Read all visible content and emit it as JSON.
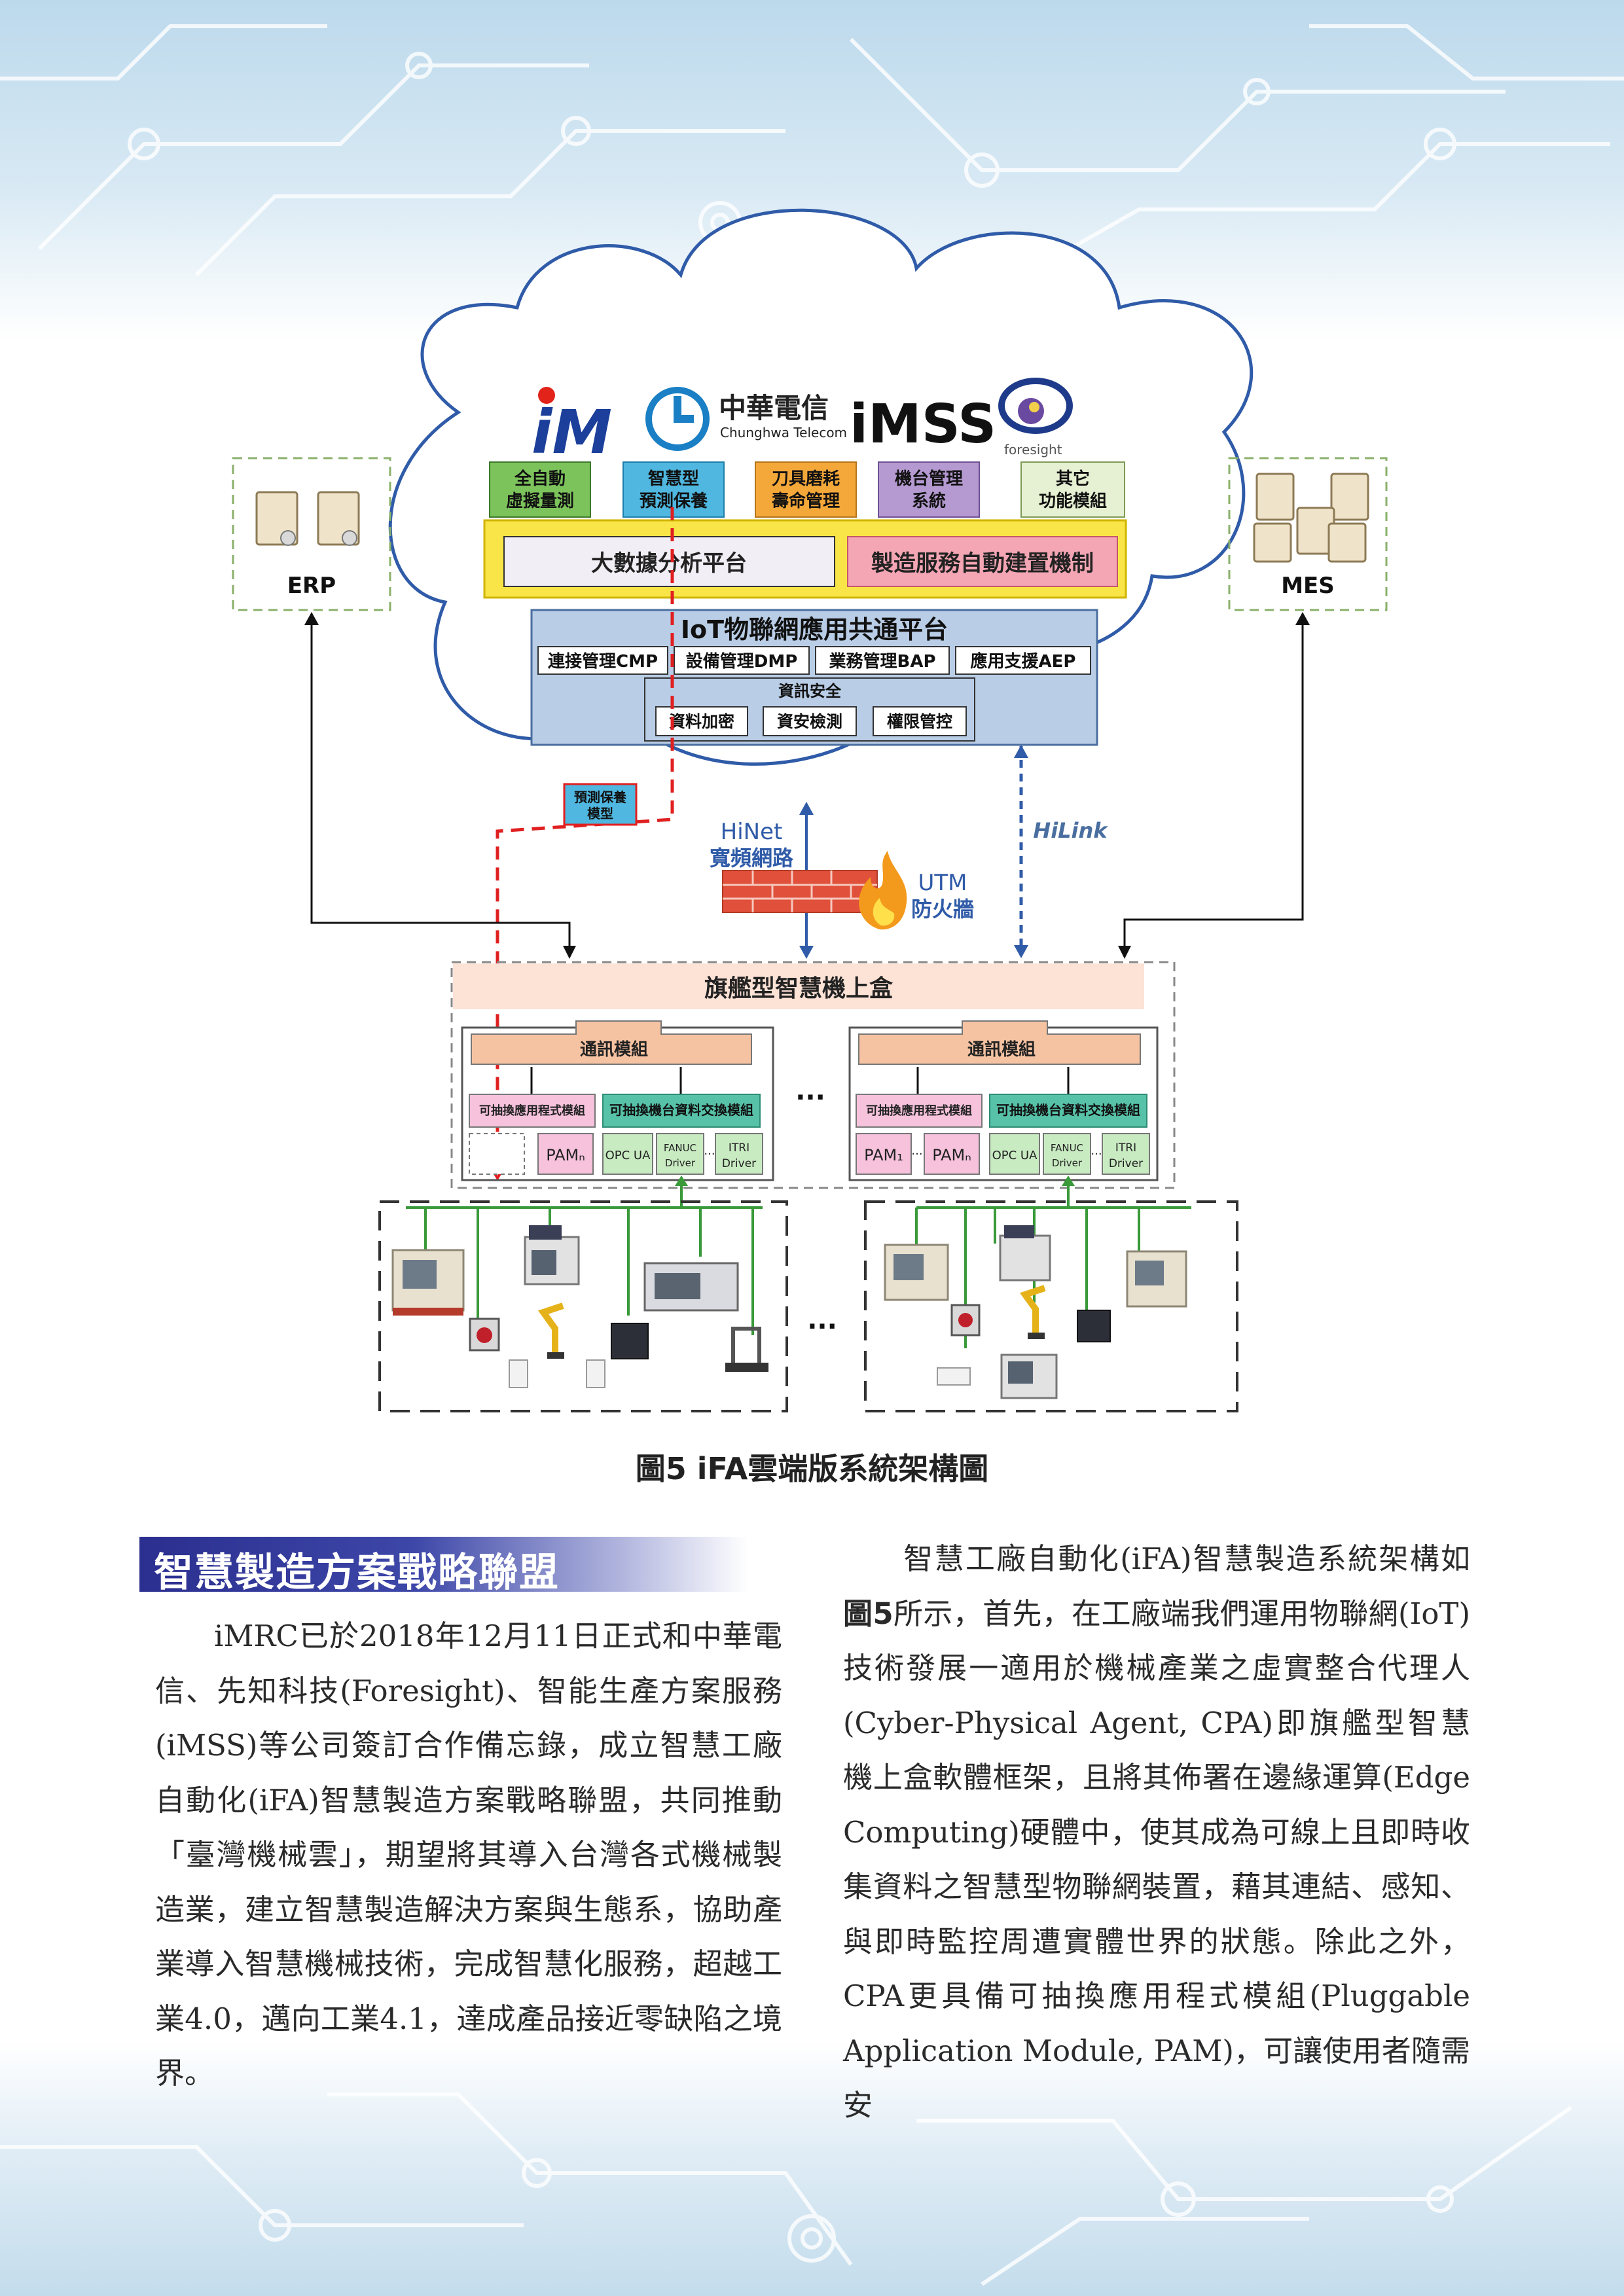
{
  "diagram": {
    "logos": {
      "imrc": "iM",
      "cht_cn": "中華電信",
      "cht_en": "Chunghwa Telecom",
      "imss": "iMSS",
      "foresight": "foresight"
    },
    "modules": [
      {
        "line1": "全自動",
        "line2": "虛擬量測",
        "color": "#7cc35b"
      },
      {
        "line1": "智慧型",
        "line2": "預測保養",
        "color": "#4fb7e0"
      },
      {
        "line1": "刀具磨耗",
        "line2": "壽命管理",
        "color": "#f5a83a"
      },
      {
        "line1": "機台管理",
        "line2": "系統",
        "color": "#b59ad1"
      },
      {
        "line1": "其它",
        "line2": "功能模組",
        "color": "#e6f0d2"
      }
    ],
    "bigdata_label": "大數據分析平台",
    "mfg_service_label": "製造服務自動建置機制",
    "iot_title": "IoT物聯網應用共通平台",
    "iot_items": [
      "連接管理CMP",
      "設備管理DMP",
      "業務管理BAP",
      "應用支援AEP"
    ],
    "security_title": "資訊安全",
    "security_items": [
      "資料加密",
      "資安檢測",
      "權限管控"
    ],
    "erp_label": "ERP",
    "mes_label": "MES",
    "predict_model": {
      "line1": "預測保養",
      "line2": "模型"
    },
    "hinet": {
      "line1": "HiNet",
      "line2": "寬頻網路"
    },
    "utm": {
      "line1": "UTM",
      "line2": "防火牆"
    },
    "hilink": "HiLink",
    "box_title": "旗艦型智慧機上盒",
    "comm_module": "通訊模組",
    "pam_module": "可抽換應用程式模組",
    "data_module": "可抽換機台資料交換模組",
    "pam_n": "PAMₙ",
    "pam_1": "PAM₁",
    "opc": "OPC UA",
    "fanuc": {
      "line1": "FANUC",
      "line2": "Driver"
    },
    "itri": {
      "line1": "ITRI",
      "line2": "Driver"
    },
    "ellipsis_small": "...",
    "ellipsis": "..."
  },
  "caption": "圖5 iFA雲端版系統架構圖",
  "section_heading": "智慧製造方案戰略聯盟",
  "left_paragraph": "iMRC已於2018年12月11日正式和中華電信、先知科技(Foresight)、智能生產方案服務(iMSS)等公司簽訂合作備忘錄，成立智慧工廠自動化(iFA)智慧製造方案戰略聯盟，共同推動「臺灣機械雲」，期望將其導入台灣各式機械製造業，建立智慧製造解決方案與生態系，協助產業導入智慧機械技術，完成智慧化服務，超越工業4.0，邁向工業4.1，達成產品接近零缺陷之境界。",
  "right_paragraph": {
    "part1": "智慧工廠自動化(iFA)智慧製造系統架構如",
    "fig_ref": "圖5",
    "part2": "所示，首先，在工廠端我們運用物聯網(IoT)技術發展一適用於機械產業之虛實整合代理人(Cyber-Physical Agent, CPA)即旗艦型智慧機上盒軟體框架，且將其佈署在邊緣運算(Edge Computing)硬體中，使其成為可線上且即時收集資料之智慧型物聯網裝置，藉其連結、感知、與即時監控周遭實體世界的狀態。除此之外，CPA更具備可抽換應用程式模組(Pluggable Application Module, PAM)，可讓使用者隨需安"
  }
}
